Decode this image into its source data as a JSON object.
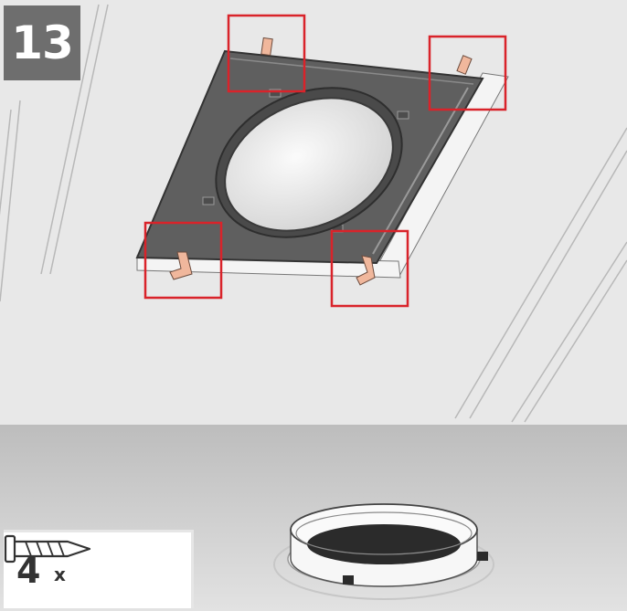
{
  "step": {
    "number": "13"
  },
  "quantity": {
    "count": "4",
    "multiplier": "x",
    "item_icon": "screw-icon"
  },
  "colors": {
    "highlight": "#d9232a",
    "panel": "#5f5f5f",
    "ceiling": "#e8e8e8",
    "bracket": "#f0b79c"
  }
}
